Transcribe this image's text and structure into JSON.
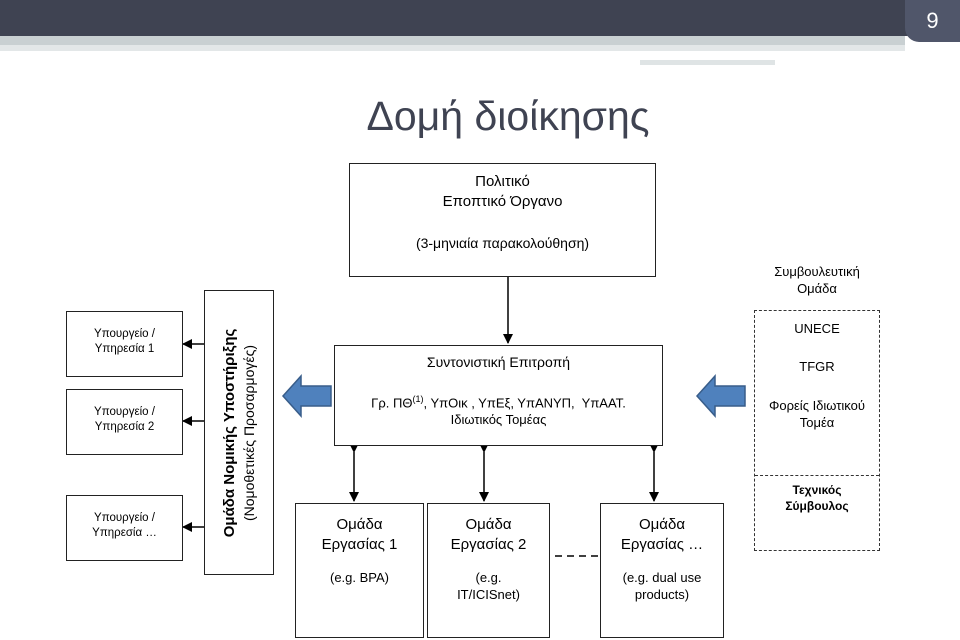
{
  "slide": {
    "number": "9",
    "title": "Δομή διοίκησης"
  },
  "political_body": {
    "title_line1": "Πολιτικό",
    "title_line2": "Εποπτικό Όργανο",
    "note": "(3-μηνιαία παρακολούθηση)"
  },
  "ministries": [
    {
      "line1": "Υπουργείο /",
      "line2": "Υπηρεσία 1"
    },
    {
      "line1": "Υπουργείο /",
      "line2": "Υπηρεσία 2"
    },
    {
      "line1": "Υπουργείο /",
      "line2": "Υπηρεσία …"
    }
  ],
  "legal_support": {
    "title": "Ομάδα Νομικής Υποστήριξης",
    "subtitle": "(Νομοθετικές Προσαρμογές)"
  },
  "coordinating_committee": {
    "title": "Συντονιστική Επιτροπή",
    "members_prefix": "Γρ. ΠΘ",
    "members_sup": "(1)",
    "members_rest": ", ΥπΟικ , ΥπΕξ, ΥπΑΝΥΠ,  ΥπΑΑΤ.",
    "private_sector": "Ιδιωτικός Τομέας"
  },
  "working_groups": [
    {
      "line1": "Ομάδα",
      "line2": "Εργασίας 1",
      "example_line1": "(e.g. BPA)",
      "example_line2": ""
    },
    {
      "line1": "Ομάδα",
      "line2": "Εργασίας 2",
      "example_line1": "(e.g.",
      "example_line2": "IT/ICISnet)"
    },
    {
      "line1": "Ομάδα",
      "line2": "Εργασίας …",
      "example_line1": "(e.g. dual use",
      "example_line2": "products)"
    }
  ],
  "advisory_group": {
    "title_line1": "Συμβουλευτική",
    "title_line2": "Ομάδα",
    "members": [
      "UNECE",
      "TFGR"
    ],
    "private_line1": "Φορείς Ιδιωτικού",
    "private_line2": "Τομέα",
    "technical_line1": "Τεχνικός",
    "technical_line2": "Σύμβουλος"
  },
  "colors": {
    "header_bar": "#3f4352",
    "title": "#3f4352",
    "arrow_fill": "#4f81bd",
    "arrow_stroke": "#385d8a"
  }
}
